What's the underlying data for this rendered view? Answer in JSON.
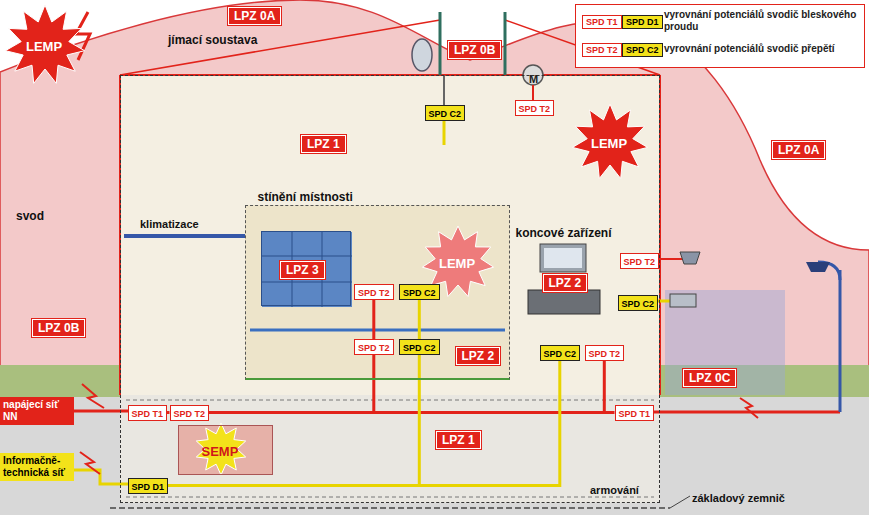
{
  "diagram": {
    "nodes": [
      {
        "text": [
          "LPZ 1"
        ]
      },
      {
        "text": [
          "stínění místnosti",
          "LPZ 2"
        ],
        "in": 0
      },
      {
        "text": [
          "LPZ 3"
        ],
        "in": 1
      },
      {
        "text": [
          "SPD T2"
        ],
        "in": 1
      },
      {
        "text": [
          "SPD C2"
        ],
        "in": 1
      },
      {
        "text": [
          "SPD T2"
        ],
        "in": 1
      },
      {
        "text": [
          "SPD C2"
        ],
        "in": 1
      },
      {
        "text": [
          "koncové zařízení",
          "LPZ 2"
        ],
        "in": 0
      },
      {
        "text": [
          "SPD C2"
        ],
        "in": 0
      },
      {
        "text": [
          "SPD T2"
        ],
        "in": 0
      },
      {
        "text": [
          "SPD C2"
        ],
        "in": 0
      },
      {
        "text": [
          "SPD T2"
        ],
        "in": 0
      },
      {
        "text": [
          "SPD T2"
        ],
        "in": 0
      },
      {
        "text": [
          "SPD C2"
        ],
        "in": 0
      },
      {
        "text": [
          "SPD T1"
        ],
        "in": 0
      },
      {
        "text": [
          "SPD T1"
        ],
        "in": 0
      },
      {
        "text": [
          "SPD T2"
        ],
        "in": 0
      },
      {
        "text": [
          "SPD D1"
        ],
        "in": 0
      },
      {
        "text": [
          "SEMP"
        ],
        "in": 0
      }
    ],
    "edges": [
      {
        "from": 15,
        "to": 16,
        "arrow": "none"
      },
      {
        "from": 16,
        "to": 5,
        "arrow": "none"
      },
      {
        "from": 5,
        "to": 3,
        "arrow": "none"
      },
      {
        "from": 16,
        "to": 14,
        "arrow": "none"
      },
      {
        "from": 16,
        "to": 9,
        "arrow": "none"
      },
      {
        "from": 17,
        "to": 6,
        "arrow": "none"
      },
      {
        "from": 6,
        "to": 4,
        "arrow": "none"
      },
      {
        "from": 17,
        "to": 8,
        "arrow": "none"
      }
    ],
    "labels": [
      "LEMP",
      "jímací soustava",
      "LPZ 0A",
      "LPZ 0B",
      "M",
      "LEMP",
      "svod",
      "klimatizace",
      "LEMP",
      "LPZ 0B",
      "LPZ 0A",
      "LPZ 0C",
      "napájecí síť NN",
      "Informačně-technická síť",
      "LPZ 1",
      "armování",
      "základový zemnič",
      "SPD T1",
      "SPD D1",
      "SPD T2",
      "SPD C2"
    ],
    "legend": [
      {
        "text": "vyrovnání potenciálů svodič bleskového proudu"
      },
      {
        "text": "vyrovnání potenciálů svodič přepětí"
      }
    ]
  }
}
